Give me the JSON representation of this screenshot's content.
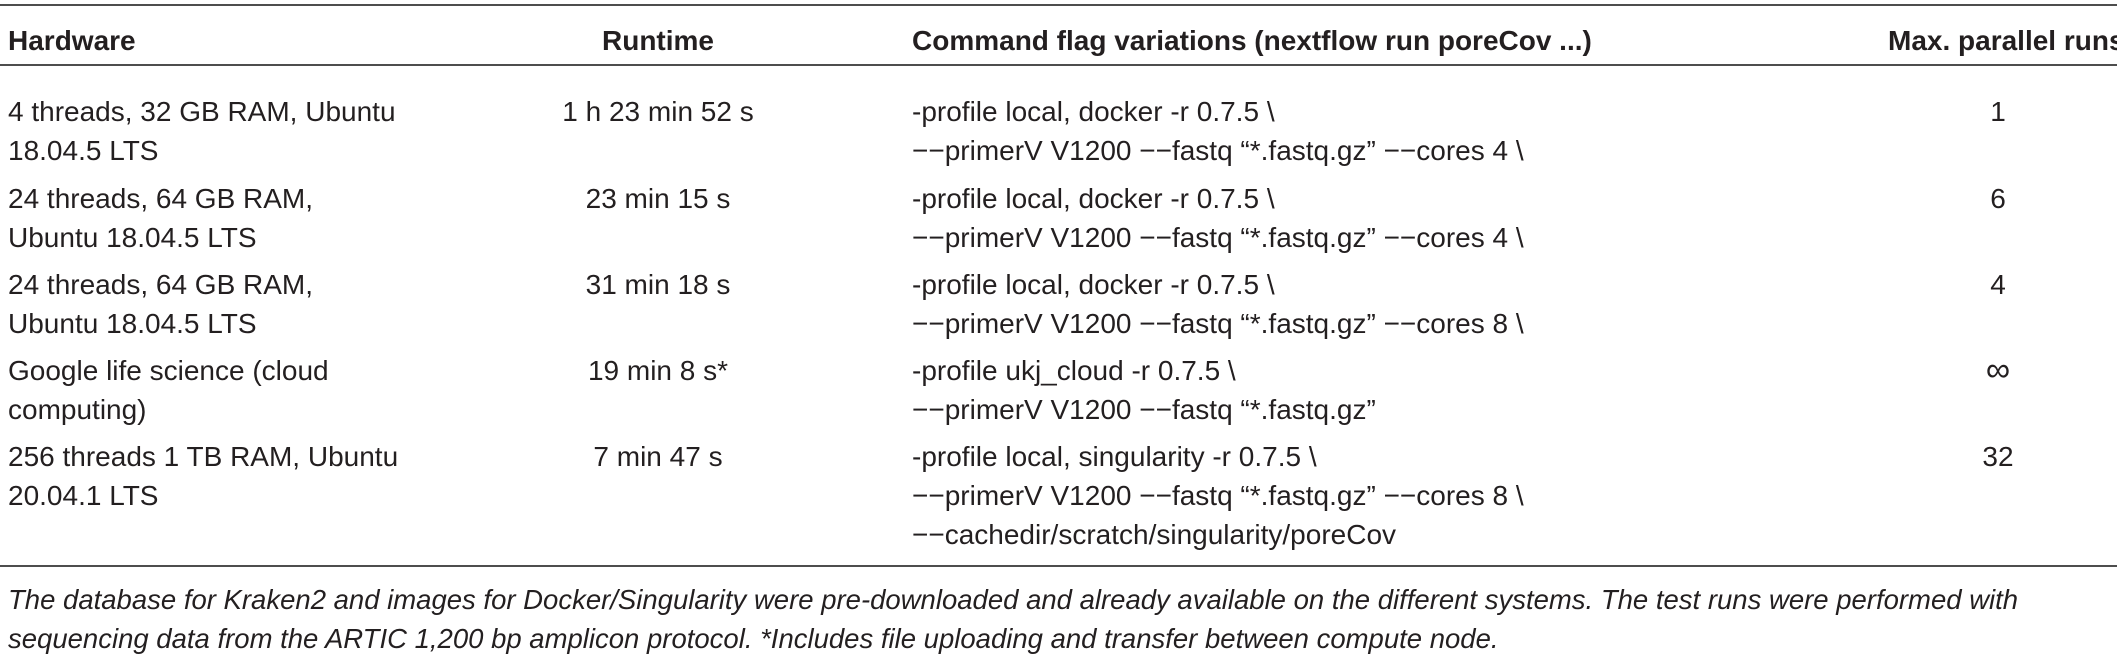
{
  "table": {
    "headers": {
      "hardware": "Hardware",
      "runtime": "Runtime",
      "command": "Command flag variations (nextflow run poreCov ...)",
      "max_parallel": "Max. parallel runs"
    },
    "rows": [
      {
        "hardware": [
          "4 threads, 32 GB RAM, Ubuntu",
          "18.04.5 LTS"
        ],
        "runtime": "1 h 23 min 52 s",
        "command": [
          "-profile local, docker -r 0.7.5 \\",
          "−−primerV V1200 −−fastq “*.fastq.gz” −−cores 4 \\"
        ],
        "max_parallel": "1"
      },
      {
        "hardware": [
          "24 threads, 64 GB RAM,",
          "Ubuntu 18.04.5 LTS"
        ],
        "runtime": "23 min 15 s",
        "command": [
          "-profile local, docker -r 0.7.5 \\",
          "−−primerV V1200 −−fastq “*.fastq.gz” −−cores 4 \\"
        ],
        "max_parallel": "6"
      },
      {
        "hardware": [
          "24 threads, 64 GB RAM,",
          "Ubuntu 18.04.5 LTS"
        ],
        "runtime": "31 min 18 s",
        "command": [
          "-profile local, docker -r 0.7.5 \\",
          "−−primerV V1200 −−fastq “*.fastq.gz” −−cores 8 \\"
        ],
        "max_parallel": "4"
      },
      {
        "hardware": [
          "Google life science (cloud",
          "computing)"
        ],
        "runtime": "19 min 8 s*",
        "command": [
          "-profile ukj_cloud -r 0.7.5 \\",
          "−−primerV V1200 −−fastq “*.fastq.gz”"
        ],
        "max_parallel": "∞"
      },
      {
        "hardware": [
          "256 threads 1 TB RAM, Ubuntu",
          "20.04.1 LTS"
        ],
        "runtime": "7 min 47 s",
        "command": [
          "-profile local, singularity -r 0.7.5 \\",
          "−−primerV V1200 −−fastq “*.fastq.gz” −−cores 8 \\",
          "−−cachedir/scratch/singularity/poreCov"
        ],
        "max_parallel": "32"
      }
    ]
  },
  "footnote": [
    "The database for Kraken2 and images for Docker/Singularity were pre-downloaded and already available on the different systems. The test runs were performed with",
    "sequencing data from the ARTIC 1,200 bp amplicon protocol. *Includes file uploading and transfer between compute node."
  ]
}
